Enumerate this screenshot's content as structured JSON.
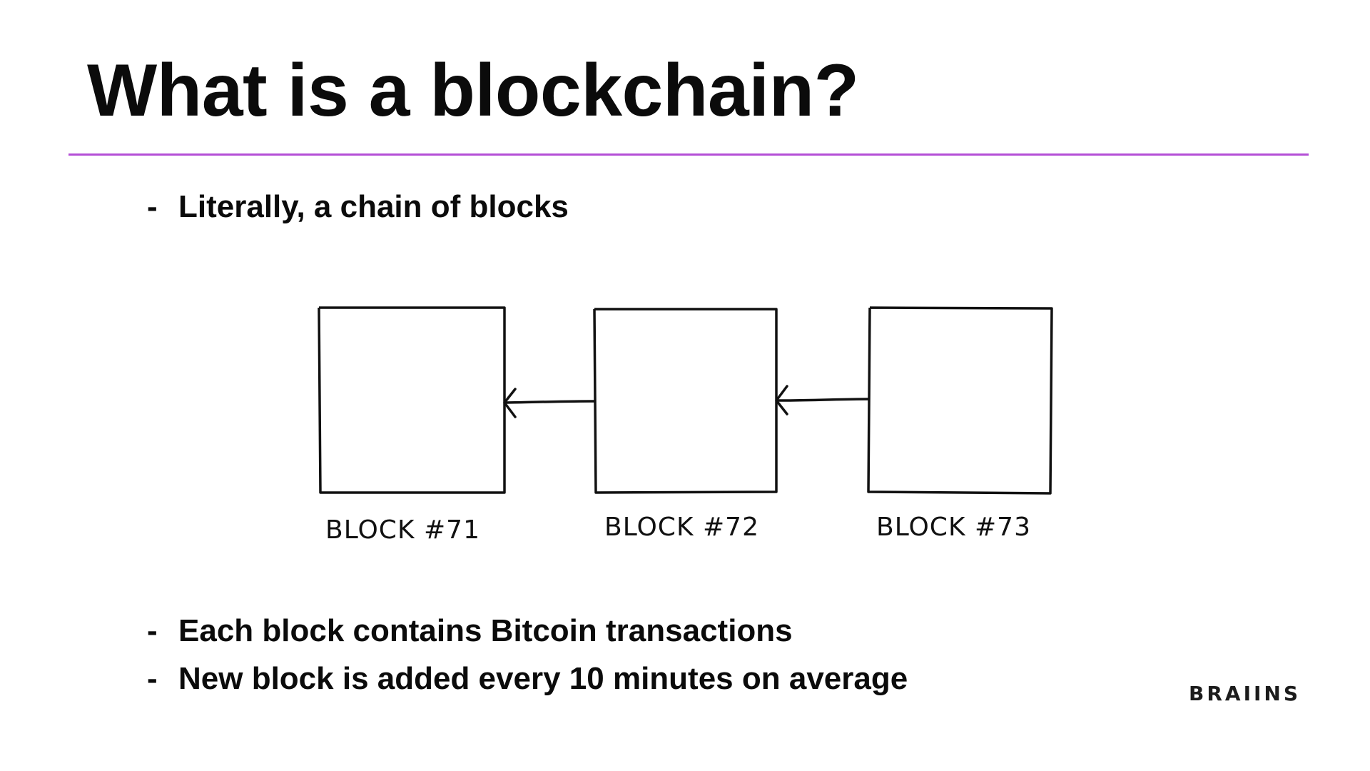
{
  "slide": {
    "title": "What is a blockchain?",
    "accent_color": "#b44fd6",
    "bullets": [
      {
        "marker": "-",
        "text": "Literally, a chain of blocks"
      },
      {
        "marker": "-",
        "text": "Each block contains Bitcoin transactions"
      },
      {
        "marker": "-",
        "text": "New block is added every 10 minutes on average"
      }
    ],
    "diagram": {
      "blocks": [
        {
          "label": "BLOCK #71"
        },
        {
          "label": "BLOCK #72"
        },
        {
          "label": "BLOCK #73"
        }
      ],
      "arrows": [
        {
          "from": "BLOCK #72",
          "to": "BLOCK #71"
        },
        {
          "from": "BLOCK #73",
          "to": "BLOCK #72"
        }
      ]
    },
    "logo": "BRAIINS"
  }
}
